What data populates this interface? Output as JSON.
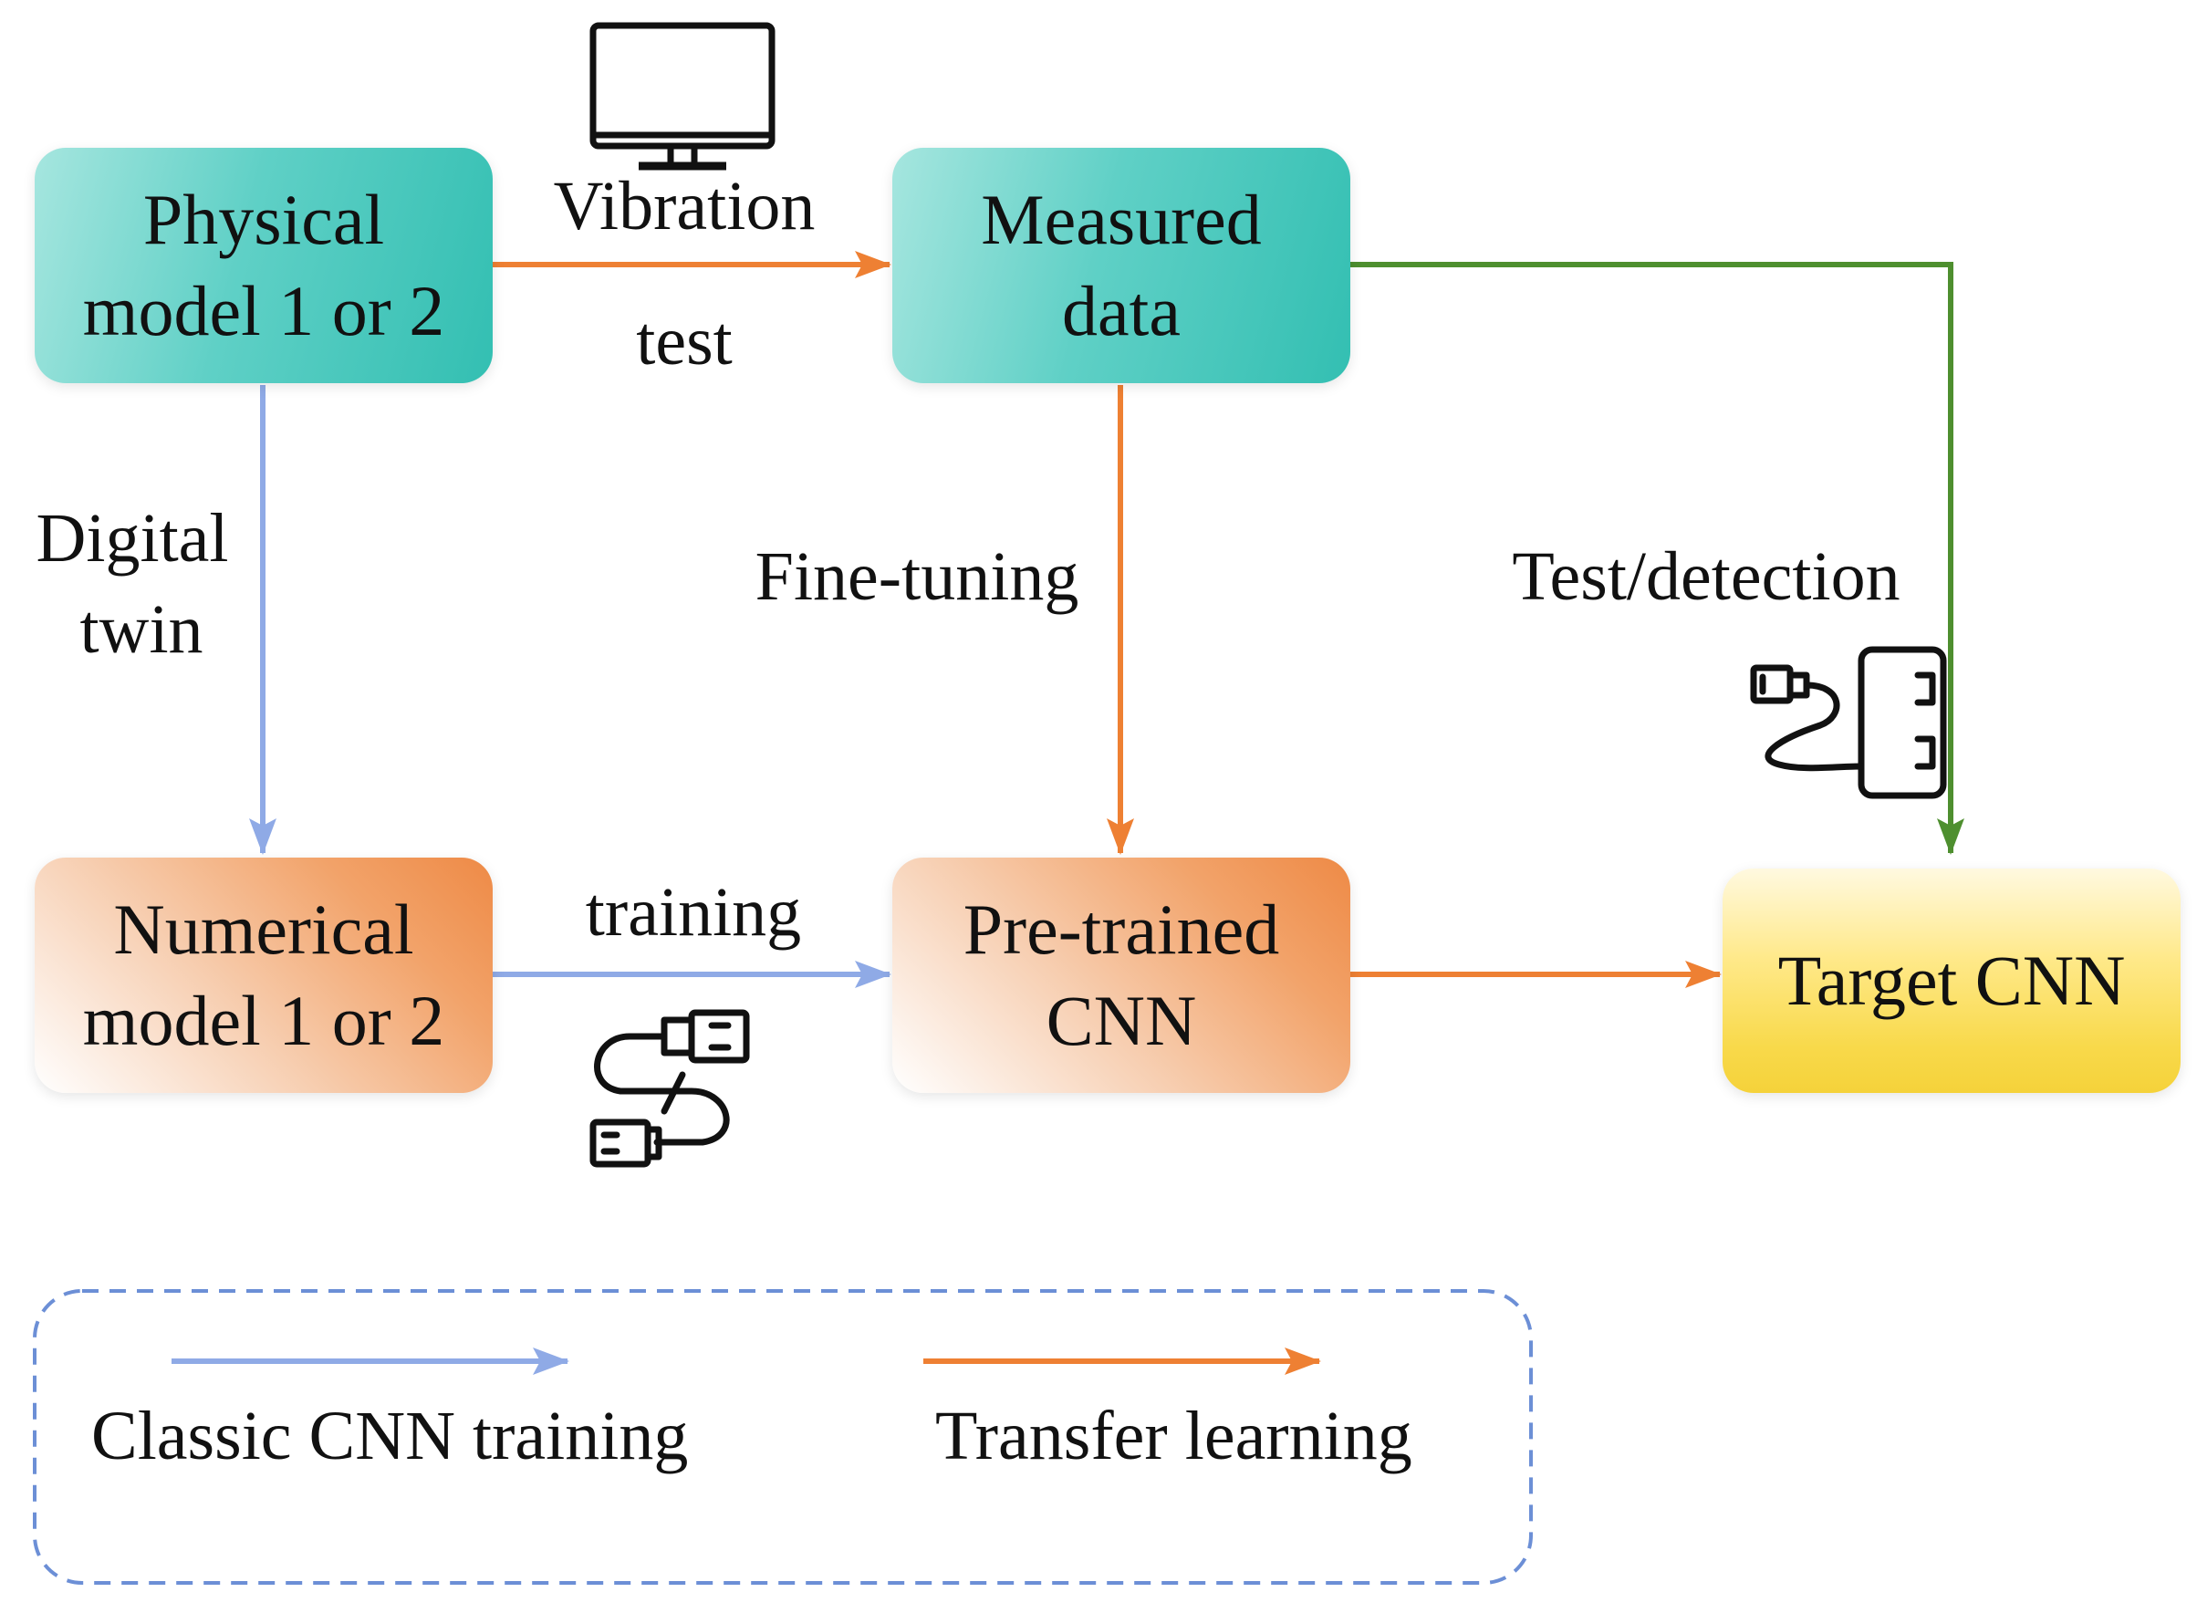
{
  "nodes": {
    "physical": {
      "line1": "Physical",
      "line2": "model 1 or 2"
    },
    "measured": {
      "line1": "Measured",
      "line2": "data"
    },
    "numerical": {
      "line1": "Numerical",
      "line2": "model 1 or 2"
    },
    "pretrained": {
      "line1": "Pre-trained",
      "line2": "CNN"
    },
    "target": {
      "line1": "Target CNN"
    }
  },
  "edge_labels": {
    "vibration_top": "Vibration",
    "vibration_bottom": "test",
    "digital_twin_1": "Digital",
    "digital_twin_2": "twin",
    "fine_tuning": "Fine-tuning",
    "test_detection": "Test/detection",
    "training": "training"
  },
  "legend": {
    "classic": "Classic CNN training",
    "transfer": "Transfer learning"
  },
  "colors": {
    "classic_arrow": "#8faae6",
    "transfer_arrow": "#ee8033",
    "detection_arrow": "#4e8f2f",
    "legend_border": "#6c8fd6"
  },
  "icons": [
    "monitor-icon",
    "usb-cable-icon",
    "usb-plug-port-icon"
  ]
}
